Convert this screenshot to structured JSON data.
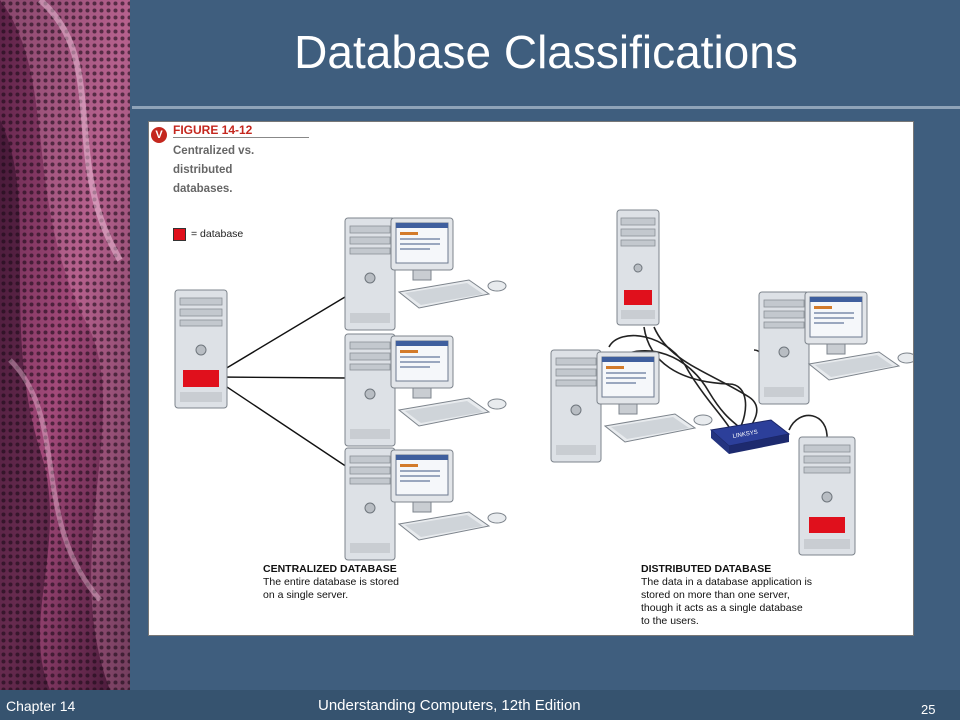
{
  "slide": {
    "title": "Database Classifications"
  },
  "figure": {
    "label": "FIGURE 14-12",
    "caption_lines": [
      "Centralized vs.",
      "distributed",
      "databases."
    ],
    "legend_text": "= database",
    "centralized": {
      "heading": "CENTRALIZED DATABASE",
      "lines": [
        "The entire database is stored",
        "on a single server."
      ]
    },
    "distributed": {
      "heading": "DISTRIBUTED DATABASE",
      "lines": [
        "The data in a database application is",
        "stored on more than one server,",
        "though it acts as a single database",
        "to the users."
      ]
    },
    "router_label": "LINKSYS",
    "colors": {
      "database": "#e0101c",
      "accent": "#c4271e"
    }
  },
  "footer": {
    "chapter": "Chapter 14",
    "book": "Understanding Computers, 12th Edition",
    "page": "25"
  }
}
